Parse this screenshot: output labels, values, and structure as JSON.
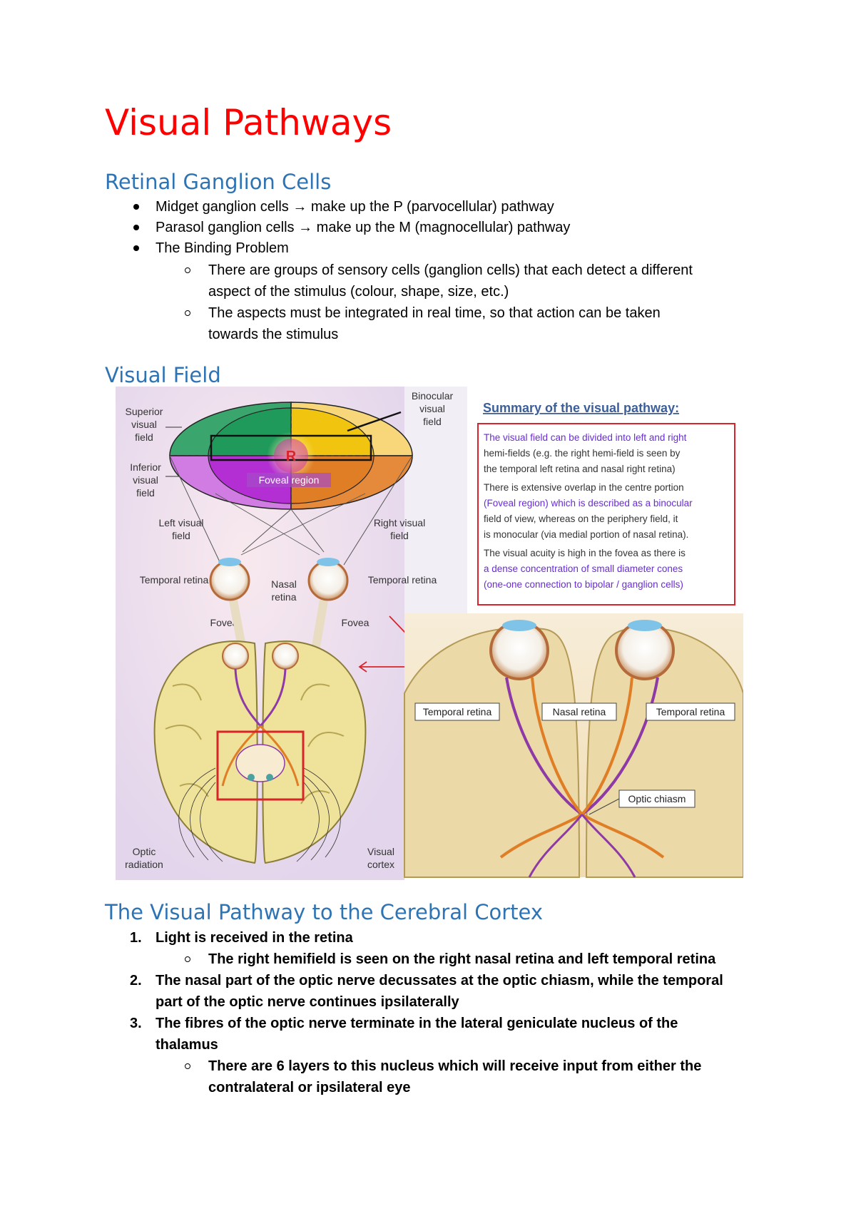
{
  "title": "Visual Pathways",
  "section1": {
    "heading": "Retinal Ganglion Cells",
    "bullets": [
      "Midget ganglion cells → make up the P (parvocellular) pathway",
      "Parasol ganglion cells → make up the M (magnocellular) pathway",
      "The Binding Problem"
    ],
    "sub": [
      [
        "There are groups of sensory cells (ganglion cells) that each detect a different",
        "aspect of the stimulus (colour, shape, size, etc.)"
      ],
      [
        "The aspects must be integrated in real time, so that action can be taken",
        "towards the stimulus"
      ]
    ]
  },
  "section2": {
    "heading": "Visual Field",
    "figure": {
      "labels": {
        "superior": [
          "Superior",
          "visual",
          "field"
        ],
        "inferior": [
          "Inferior",
          "visual",
          "field"
        ],
        "binocular": [
          "Binocular",
          "visual",
          "field"
        ],
        "foveal_region": "Foveal region",
        "fixation": "R",
        "left_field": [
          "Left visual",
          "field"
        ],
        "right_field": [
          "Right visual",
          "field"
        ],
        "temporal_retina": "Temporal retina",
        "nasal_retina": [
          "Nasal",
          "retina"
        ],
        "fovea": "Fovea",
        "optic_radiation": [
          "Optic",
          "radiation"
        ],
        "visual_cortex": [
          "Visual",
          "cortex"
        ],
        "zoom_temporal_retina": "Temporal retina",
        "zoom_nasal_retina": "Nasal retina",
        "optic_chiasm": "Optic chiasm"
      },
      "summary": {
        "title": "Summary of the visual pathway:",
        "lines": [
          "The visual field can be divided into left and right",
          "hemi-fields (e.g. the right hemi-field is seen by",
          "the temporal left retina and nasal right retina)",
          "There is extensive overlap in the centre portion",
          "(Foveal region) which is described as a binocular",
          "field of view, whereas on the periphery field, it",
          "is monocular (via medial portion of nasal retina).",
          "The visual acuity is high in the fovea as there is",
          "a dense concentration of small diameter cones",
          "(one-one connection to bipolar / ganglion cells)"
        ]
      },
      "colors": {
        "green": "#3aa56c",
        "yellow": "#f1c40f",
        "purple": "#c13fe0",
        "orange": "#e58a3a",
        "accent_red": "#d9242a",
        "summary_purple": "#6a2bd9",
        "brain": "#efe29a"
      }
    }
  },
  "section3": {
    "heading": "The Visual Pathway to the Cerebral Cortex",
    "items": [
      {
        "num": "1.",
        "lines": [
          "Light is received in the retina"
        ]
      },
      {
        "num": "2.",
        "lines": [
          "The nasal part of the optic nerve decussates at the optic chiasm, while the temporal",
          "part of the optic nerve continues ipsilaterally"
        ]
      },
      {
        "num": "3.",
        "line1_pre": "The fibres of the optic nerve terminate in the ",
        "line1_bold": "lateral geniculate nucleus",
        "line1_post": " of the",
        "line2": "thalamus"
      }
    ],
    "sub1": "The right hemifield is seen on the right nasal retina and left temporal retina",
    "sub3": [
      "There are 6 layers to this nucleus which will receive input from either the",
      "contralateral or ipsilateral eye"
    ]
  }
}
